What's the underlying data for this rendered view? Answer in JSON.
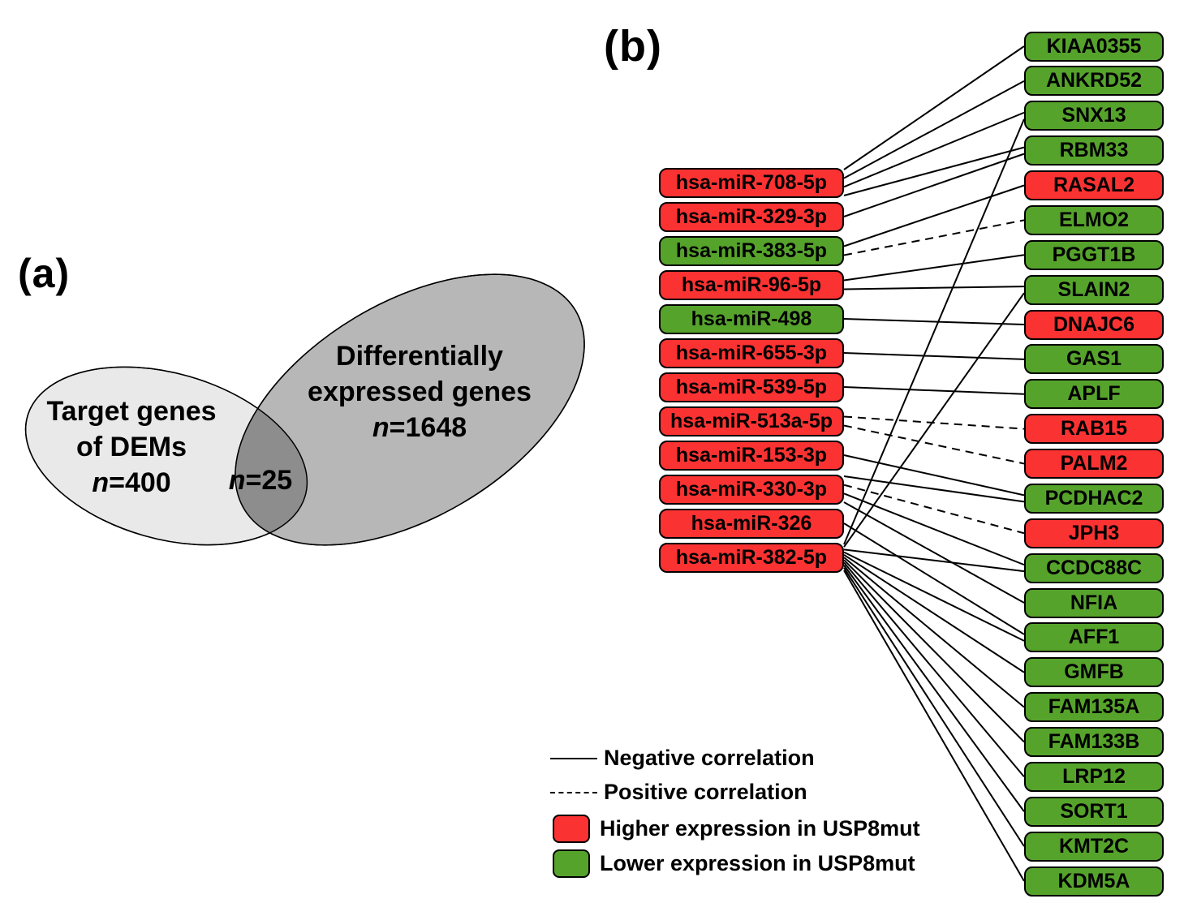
{
  "colors": {
    "red": "#fb3232",
    "green": "#56a32c",
    "line": "#000000",
    "venn_left_fill": "#e9e9e9",
    "venn_right_fill": "#b7b7b7",
    "venn_overlap_fill": "#8d8d8d"
  },
  "panel_a": {
    "label": "(a)",
    "left_ellipse": {
      "title_line1": "Target genes",
      "title_line2": "of DEMs",
      "count_n": "n",
      "count_value": "=400"
    },
    "right_ellipse": {
      "title_line1": "Differentially",
      "title_line2": "expressed genes",
      "count_n": "n",
      "count_value": "=1648"
    },
    "overlap": {
      "count_n": "n",
      "count_value": "=25"
    }
  },
  "panel_b": {
    "label": "(b)",
    "mirnas": [
      {
        "label": "hsa-miR-708-5p",
        "color": "red"
      },
      {
        "label": "hsa-miR-329-3p",
        "color": "red"
      },
      {
        "label": "hsa-miR-383-5p",
        "color": "green"
      },
      {
        "label": "hsa-miR-96-5p",
        "color": "red"
      },
      {
        "label": "hsa-miR-498",
        "color": "green"
      },
      {
        "label": "hsa-miR-655-3p",
        "color": "red"
      },
      {
        "label": "hsa-miR-539-5p",
        "color": "red"
      },
      {
        "label": "hsa-miR-513a-5p",
        "color": "red"
      },
      {
        "label": "hsa-miR-153-3p",
        "color": "red"
      },
      {
        "label": "hsa-miR-330-3p",
        "color": "red"
      },
      {
        "label": "hsa-miR-326",
        "color": "red"
      },
      {
        "label": "hsa-miR-382-5p",
        "color": "red"
      }
    ],
    "genes": [
      {
        "label": "KIAA0355",
        "color": "green"
      },
      {
        "label": "ANKRD52",
        "color": "green"
      },
      {
        "label": "SNX13",
        "color": "green"
      },
      {
        "label": "RBM33",
        "color": "green"
      },
      {
        "label": "RASAL2",
        "color": "red"
      },
      {
        "label": "ELMO2",
        "color": "green"
      },
      {
        "label": "PGGT1B",
        "color": "green"
      },
      {
        "label": "SLAIN2",
        "color": "green"
      },
      {
        "label": "DNAJC6",
        "color": "red"
      },
      {
        "label": "GAS1",
        "color": "green"
      },
      {
        "label": "APLF",
        "color": "green"
      },
      {
        "label": "RAB15",
        "color": "red"
      },
      {
        "label": "PALM2",
        "color": "red"
      },
      {
        "label": "PCDHAC2",
        "color": "green"
      },
      {
        "label": "JPH3",
        "color": "red"
      },
      {
        "label": "CCDC88C",
        "color": "green"
      },
      {
        "label": "NFIA",
        "color": "green"
      },
      {
        "label": "AFF1",
        "color": "green"
      },
      {
        "label": "GMFB",
        "color": "green"
      },
      {
        "label": "FAM135A",
        "color": "green"
      },
      {
        "label": "FAM133B",
        "color": "green"
      },
      {
        "label": "LRP12",
        "color": "green"
      },
      {
        "label": "SORT1",
        "color": "green"
      },
      {
        "label": "KMT2C",
        "color": "green"
      },
      {
        "label": "KDM5A",
        "color": "green"
      }
    ],
    "edges": [
      {
        "from": "hsa-miR-708-5p",
        "to": "KIAA0355",
        "type": "negative"
      },
      {
        "from": "hsa-miR-708-5p",
        "to": "ANKRD52",
        "type": "negative"
      },
      {
        "from": "hsa-miR-708-5p",
        "to": "SNX13",
        "type": "negative"
      },
      {
        "from": "hsa-miR-708-5p",
        "to": "RBM33",
        "type": "negative"
      },
      {
        "from": "hsa-miR-329-3p",
        "to": "RBM33",
        "type": "negative"
      },
      {
        "from": "hsa-miR-383-5p",
        "to": "RASAL2",
        "type": "negative"
      },
      {
        "from": "hsa-miR-383-5p",
        "to": "ELMO2",
        "type": "positive"
      },
      {
        "from": "hsa-miR-96-5p",
        "to": "PGGT1B",
        "type": "negative"
      },
      {
        "from": "hsa-miR-96-5p",
        "to": "SLAIN2",
        "type": "negative"
      },
      {
        "from": "hsa-miR-498",
        "to": "DNAJC6",
        "type": "negative"
      },
      {
        "from": "hsa-miR-655-3p",
        "to": "GAS1",
        "type": "negative"
      },
      {
        "from": "hsa-miR-539-5p",
        "to": "APLF",
        "type": "negative"
      },
      {
        "from": "hsa-miR-513a-5p",
        "to": "RAB15",
        "type": "positive"
      },
      {
        "from": "hsa-miR-513a-5p",
        "to": "PALM2",
        "type": "positive"
      },
      {
        "from": "hsa-miR-153-3p",
        "to": "PCDHAC2",
        "type": "negative"
      },
      {
        "from": "hsa-miR-330-3p",
        "to": "PCDHAC2",
        "type": "negative"
      },
      {
        "from": "hsa-miR-330-3p",
        "to": "JPH3",
        "type": "positive"
      },
      {
        "from": "hsa-miR-330-3p",
        "to": "CCDC88C",
        "type": "negative"
      },
      {
        "from": "hsa-miR-330-3p",
        "to": "NFIA",
        "type": "negative"
      },
      {
        "from": "hsa-miR-326",
        "to": "AFF1",
        "type": "negative"
      },
      {
        "from": "hsa-miR-382-5p",
        "to": "SNX13",
        "type": "negative"
      },
      {
        "from": "hsa-miR-382-5p",
        "to": "SLAIN2",
        "type": "negative"
      },
      {
        "from": "hsa-miR-382-5p",
        "to": "CCDC88C",
        "type": "negative"
      },
      {
        "from": "hsa-miR-382-5p",
        "to": "AFF1",
        "type": "negative"
      },
      {
        "from": "hsa-miR-382-5p",
        "to": "GMFB",
        "type": "negative"
      },
      {
        "from": "hsa-miR-382-5p",
        "to": "FAM135A",
        "type": "negative"
      },
      {
        "from": "hsa-miR-382-5p",
        "to": "FAM133B",
        "type": "negative"
      },
      {
        "from": "hsa-miR-382-5p",
        "to": "LRP12",
        "type": "negative"
      },
      {
        "from": "hsa-miR-382-5p",
        "to": "SORT1",
        "type": "negative"
      },
      {
        "from": "hsa-miR-382-5p",
        "to": "KMT2C",
        "type": "negative"
      },
      {
        "from": "hsa-miR-382-5p",
        "to": "KDM5A",
        "type": "negative"
      }
    ]
  },
  "legend": {
    "negative_label": "Negative correlation",
    "positive_label": "Positive correlation",
    "higher_label": "Higher expression in USP8mut",
    "lower_label": "Lower expression in USP8mut"
  }
}
